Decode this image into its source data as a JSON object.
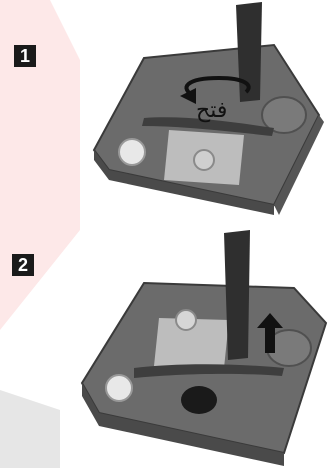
{
  "steps": [
    {
      "number": "1",
      "label": "فتح"
    },
    {
      "number": "2"
    }
  ],
  "colors": {
    "background_accent": "#fde8e8",
    "background_gray": "#e6e6e6",
    "filter_plate": "#6b6b6b",
    "handle": "#2f2f2f",
    "arrow": "#111111"
  }
}
